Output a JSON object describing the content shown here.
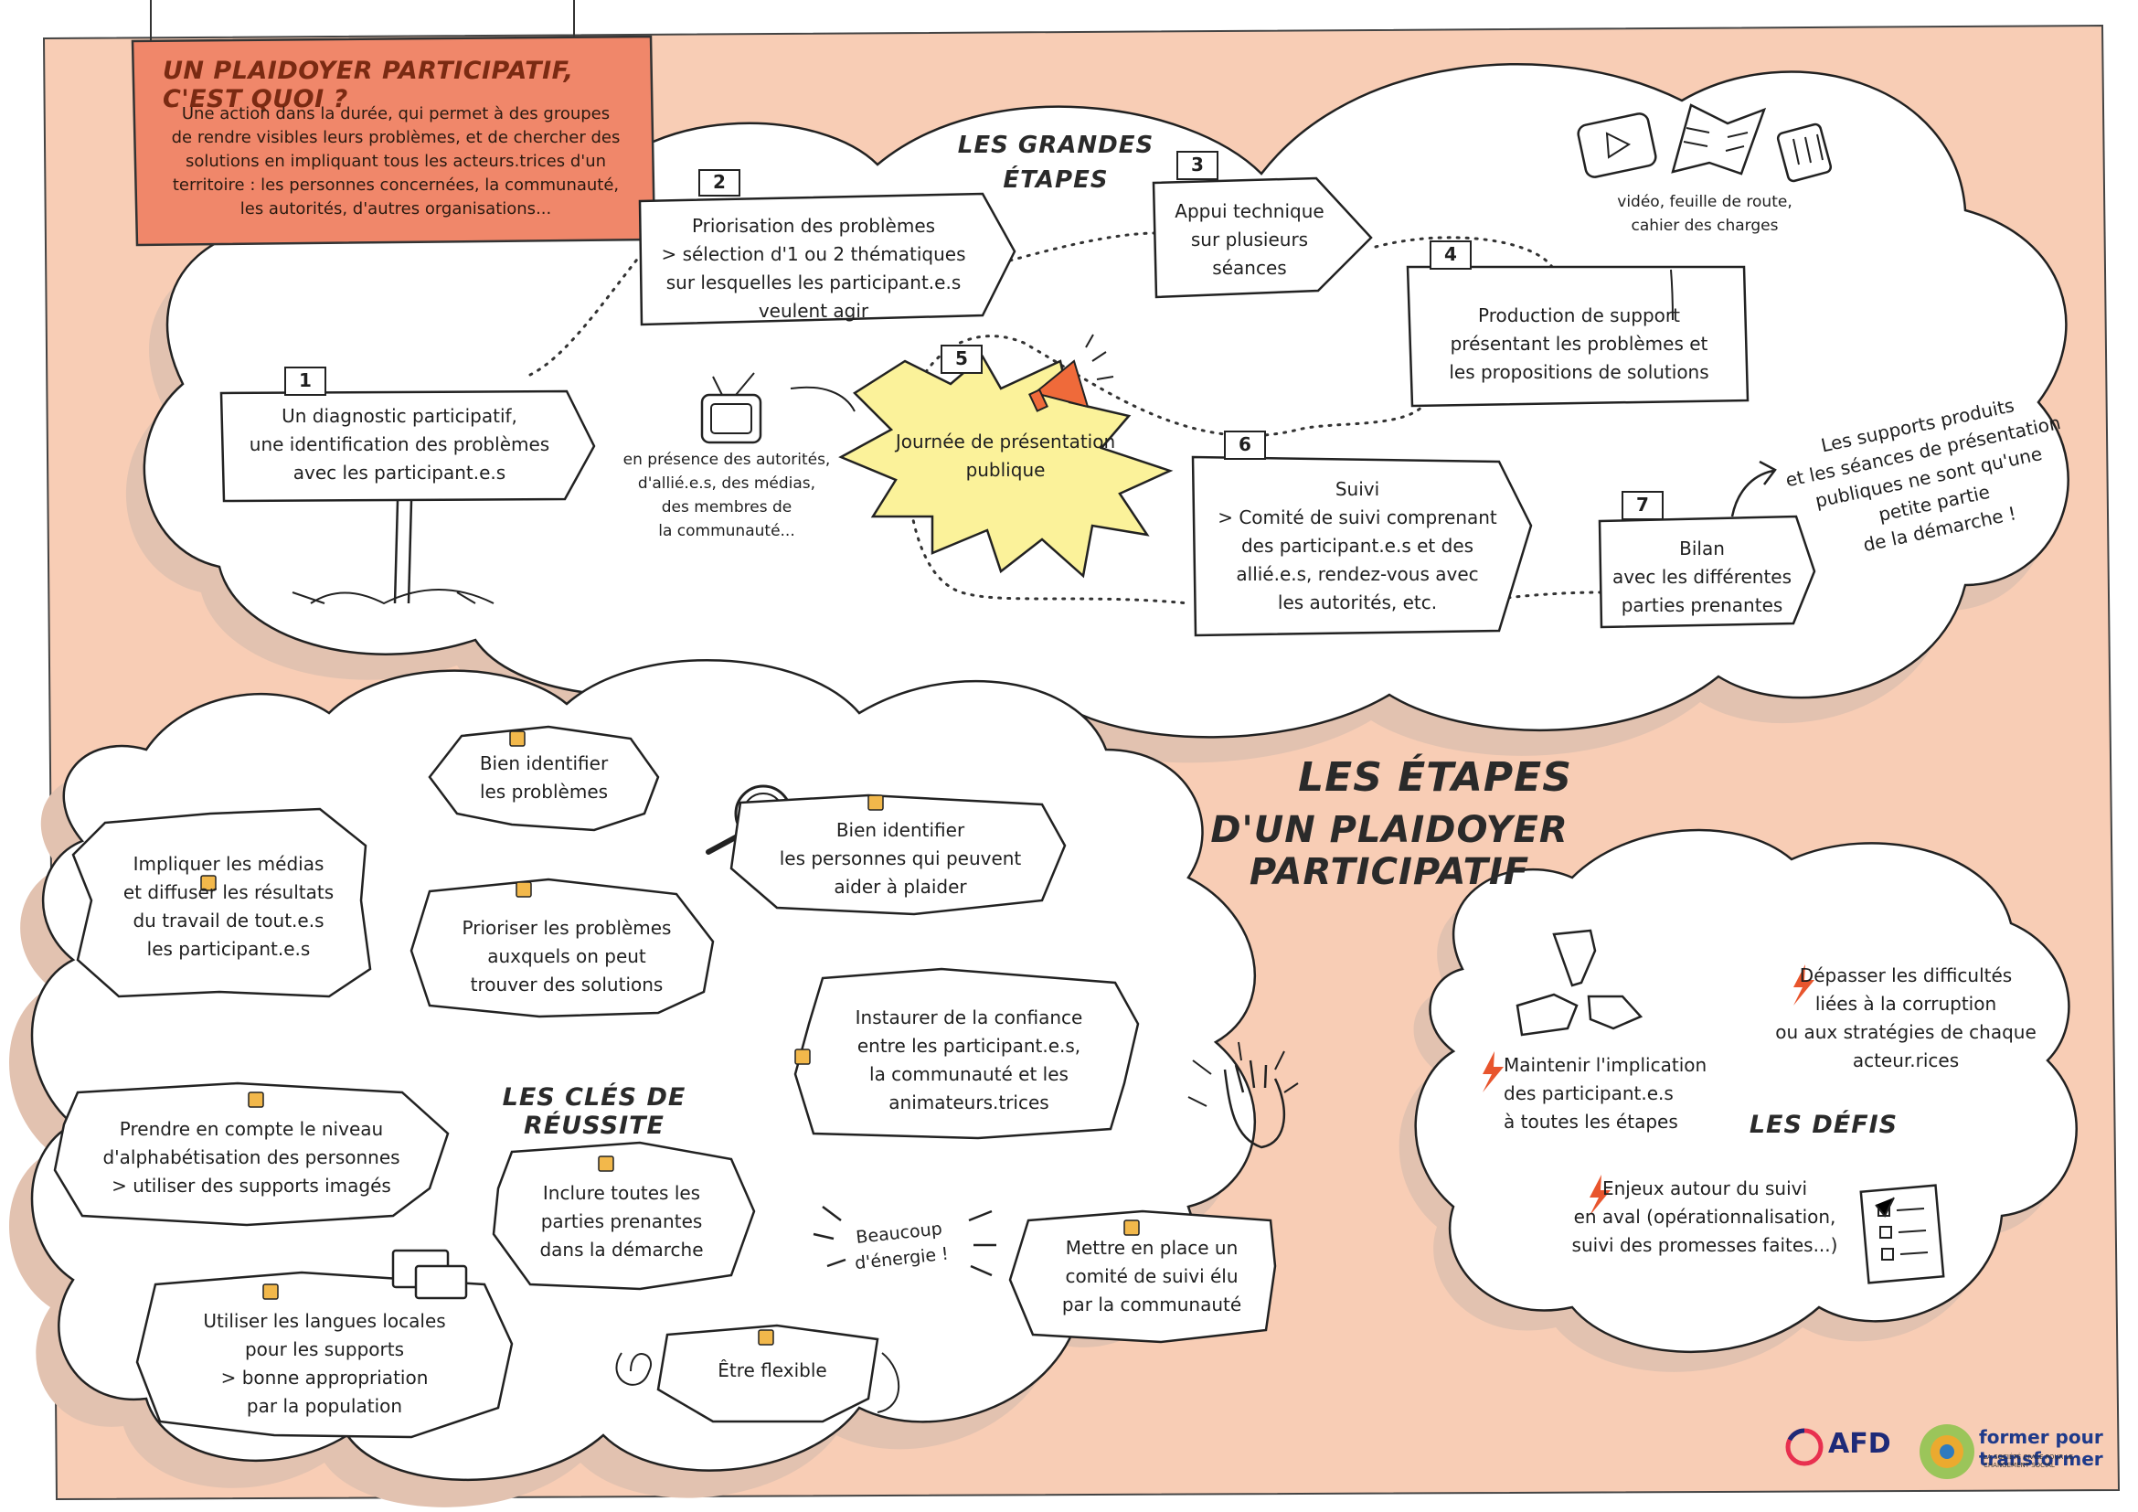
{
  "intro": {
    "title": "UN PLAIDOYER PARTICIPATIF, C'EST QUOI ?",
    "body": "Une action dans la durée, qui permet à des groupes\nde rendre visibles leurs problèmes, et de chercher des\nsolutions en impliquant tous les acteurs.trices d'un\nterritoire : les personnes concernées, la communauté,\nles autorités, d'autres organisations..."
  },
  "headings": {
    "grandes_etapes": "LES GRANDES\nÉTAPES",
    "main_title_line1": "LES ÉTAPES",
    "main_title_line2": "D'UN PLAIDOYER PARTICIPATIF",
    "cles": "LES CLÉS DE RÉUSSITE",
    "defis": "LES DÉFIS"
  },
  "steps": [
    {
      "number": "1",
      "text": "Un diagnostic participatif,\nune identification des problèmes\navec les participant.e.s"
    },
    {
      "number": "2",
      "text": "Priorisation des problèmes\n> sélection d'1 ou 2 thématiques\nsur lesquelles les participant.e.s\nveulent agir"
    },
    {
      "number": "3",
      "text": "Appui technique\nsur plusieurs\nséances"
    },
    {
      "number": "4",
      "text": "Production de support\nprésentant les problèmes et\nles propositions de solutions"
    },
    {
      "number": "5",
      "text": "Journée de présentation\npublique"
    },
    {
      "number": "6",
      "text": "Suivi\n> Comité de suivi comprenant\ndes participant.e.s et des\nallié.e.s, rendez-vous avec\nles autorités, etc."
    },
    {
      "number": "7",
      "text": "Bilan\navec les différentes\nparties prenantes"
    }
  ],
  "notes": {
    "support_types": "vidéo, feuille de route,\ncahier des charges",
    "presence": "en présence des autorités,\nd'allié.e.s, des médias,\ndes membres de\nla communauté...",
    "supports_produits": "Les supports produits\net les séances de présentation\npubliques ne sont qu'une\npetite partie\nde la démarche !",
    "energie": "Beaucoup\nd'énergie !"
  },
  "keys": [
    "Bien identifier\nles problèmes",
    "Impliquer les médias\net diffuser les résultats\ndu travail de tout.e.s\nles participant.e.s",
    "Bien identifier\nles personnes qui peuvent\naider à plaider",
    "Prioriser les problèmes\nauxquels on peut\ntrouver des solutions",
    "Instaurer de la confiance\nentre les participant.e.s,\nla communauté et les\nanimateurs.trices",
    "Prendre en compte le niveau\nd'alphabétisation des personnes\n> utiliser des supports imagés",
    "Inclure toutes les\nparties prenantes\ndans la démarche",
    "Mettre en place un\ncomité de suivi élu\npar la communauté",
    "Utiliser les langues locales\npour les supports\n> bonne appropriation\npar la population",
    "Être flexible"
  ],
  "challenges": [
    "Dépasser les difficultés\nliées à la corruption\nou aux stratégies de chaque\nacteur.rices",
    "Maintenir l'implication\ndes participant.e.s\nà toutes les étapes",
    "Enjeux autour du suivi\nen aval (opérationnalisation,\nsuivi des promesses faites...)"
  ],
  "logos": {
    "afd": "AFD",
    "ft_name": "former pour transformer",
    "ft_sub": "LA SOCIÉTÉ CIVILE POUR LE CHANGEMENT SOCIAL"
  },
  "colors": {
    "background_panel": "#f8cdb5",
    "intro_box": "#f0876a",
    "cloud": "#ffffff",
    "burst": "#fbf29a",
    "megaphone": "#ef6a3a",
    "thumb": "#f2b84b",
    "lightning": "#e8552d",
    "ink": "#1f1f1f"
  }
}
